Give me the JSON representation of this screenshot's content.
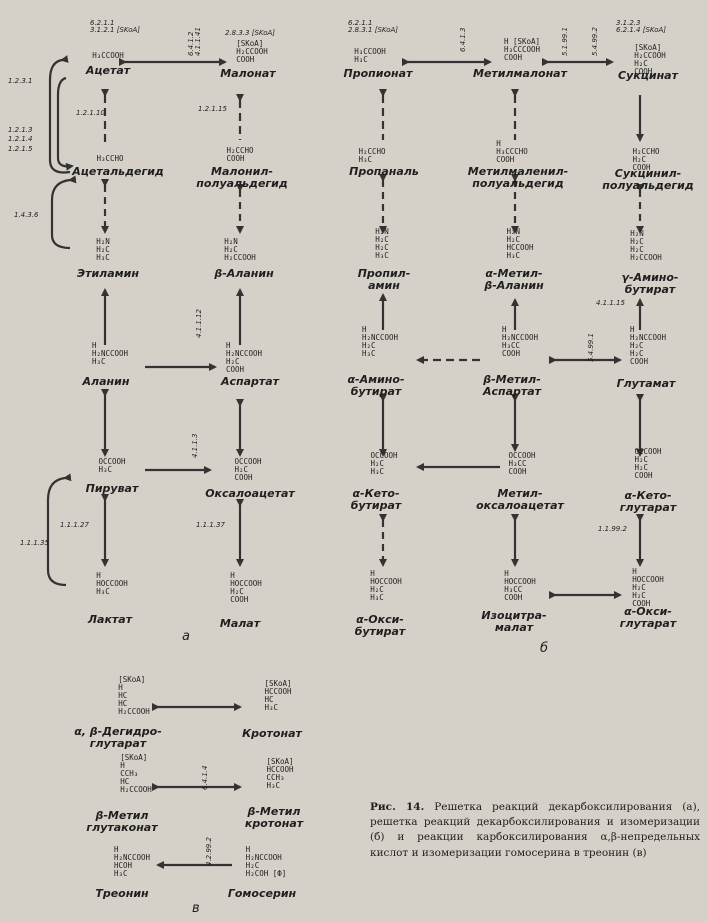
{
  "panel_a": {
    "label": "а",
    "compounds": {
      "acetate": {
        "name": "Ацетат",
        "formula": "H₃CCOOH"
      },
      "malonate": {
        "name": "Малонат",
        "formula": "[SKoA]\nH₂CCOOH\nCOOH"
      },
      "acetaldehyde": {
        "name": "Ацетальдегид",
        "formula": "H₃CCHO"
      },
      "malonyl_semialdehyde": {
        "name": "Малонил-\nполуальдегид",
        "formula": "H₂CCHO\nCOOH"
      },
      "ethylamine": {
        "name": "Этиламин",
        "formula": "H₂N\nH₂C\nH₃C"
      },
      "beta_alanine": {
        "name": "β-Аланин",
        "formula": "H₂N\nH₂C\nH₂CCOOH"
      },
      "alanine": {
        "name": "Аланин",
        "formula": "H\nH₂NCCOOH\nH₃C"
      },
      "aspartate": {
        "name": "Аспартат",
        "formula": "H\nH₂NCCOOH\nH₂C\nCOOH"
      },
      "pyruvate": {
        "name": "Пируват",
        "formula": "OCCOOH\nH₃C"
      },
      "oxaloacetate": {
        "name": "Оксалоацетат",
        "formula": "OCCOOH\nH₂C\nCOOH"
      },
      "lactate": {
        "name": "Лактат",
        "formula": "H\nHOCCOOH\nH₃C"
      },
      "malate": {
        "name": "Малат",
        "formula": "H\nHOCCOOH\nH₂C\nCOOH"
      }
    },
    "enzymes": {
      "acetate_top": "6.2.1.1\n3.1.2.1 [SKoA]",
      "malonate_top": "2.8.3.3 [SKoA]",
      "acetate_malonate": "6.4.1.2\n4.1.1.41",
      "acetate_acetald": "1.2.1.10",
      "malonate_semiald": "1.2.1.15",
      "bracket_1": "1.2.3.1",
      "bracket_2": "1.2.1.3\n1.2.1.4\n1.2.1.5",
      "bracket_3": "1.4.3.6",
      "ala_asp": "4.1.1.12",
      "pyr_oxa": "4.1.1.3",
      "pyr_lac": "1.1.1.27",
      "oxa_mal": "1.1.1.37",
      "bracket_4": "1.1.1.35"
    }
  },
  "panel_b": {
    "label": "б",
    "compounds": {
      "propionate": {
        "name": "Пропионат",
        "formula": "H₃CCOOH\nH₃C"
      },
      "methylmalonate": {
        "name": "Метилмалонат",
        "formula": "H [SKoA]\nH₃CCCOOH\nCOOH"
      },
      "succinate": {
        "name": "Сукцинат",
        "formula": "[SKoA]\nH₂CCOOH\nH₂C\nCOOH"
      },
      "propanal": {
        "name": "Пропаналь",
        "formula": "H₂CCHO\nH₃C"
      },
      "methylmalonyl_semiald": {
        "name": "Метилмаленил-\nполуальдегид",
        "formula": "H\nH₃CCCHO\nCOOH"
      },
      "succinyl_semiald": {
        "name": "Сукцинил-\nполуальдегид",
        "formula": "H₂CCHO\nH₂C\nCOOH"
      },
      "propylamine": {
        "name": "Пропил-\nамин",
        "formula": "H₂N\nH₂C\nH₂C\nH₃C"
      },
      "methyl_beta_alanine": {
        "name": "α-Метил-\nβ-Аланин",
        "formula": "H₂N\nH₂C\nHCCOOH\nH₃C"
      },
      "gamma_aminobutyrate": {
        "name": "γ-Амино-\nбутират",
        "formula": "H₂N\nH₂C\nH₂C\nH₂CCOOH"
      },
      "alpha_aminobutyrate": {
        "name": "α-Амино-\nбутират",
        "formula": "H\nH₂NCCOOH\nH₂C\nH₃C"
      },
      "beta_methylaspartate": {
        "name": "β-Метил-\nАспартат",
        "formula": "H\nH₂NCCOOH\nH₃CC\nCOOH"
      },
      "glutamate": {
        "name": "Глутамат",
        "formula": "H\nH₂NCCOOH\nH₂C\nH₂C\nCOOH"
      },
      "alpha_ketobutyrate": {
        "name": "α-Кето-\nбутират",
        "formula": "OCCOOH\nH₂C\nH₃C"
      },
      "methyloxaloacetate": {
        "name": "Метил-\nоксалоацетат",
        "formula": "OCCOOH\nH₃CC\nCOOH"
      },
      "alpha_ketoglutarate": {
        "name": "α-Кето-\nглутарат",
        "formula": "OCCOOH\nH₂C\nH₂C\nCOOH"
      },
      "alpha_hydroxybutyrate": {
        "name": "α-Окси-\nбутират",
        "formula": "H\nHOCCOOH\nH₂C\nH₃C"
      },
      "isocitramalate": {
        "name": "Изоцитра-\nмалат",
        "formula": "H\nHOCCOOH\nH₃CC\nCOOH"
      },
      "alpha_hydroxyglutarate": {
        "name": "α-Окси-\nглутарат",
        "formula": "H\nHOCCOOH\nH₂C\nH₂C\nCOOH"
      }
    },
    "enzymes": {
      "propionate_top": "6.2.1.1\n2.8.3.1 [SKoA]",
      "prop_mm": "6.4.1.3",
      "mm_succ": "5.1.99.1",
      "mm_succ2": "5.4.99.2",
      "succinate_top": "3.1.2.3\n6.2.1.4 [SKoA]",
      "glu_b": "5.4.99.1",
      "gaba_glu": "4.1.1.15",
      "akg_hg": "1.1.99.2"
    }
  },
  "panel_c": {
    "label": "в",
    "compounds": {
      "dehydroglutarate": {
        "name": "α, β-Дегидро-\nглутарат",
        "formula": "[SKoA]\nH\nHC\nHC\nH₂CCOOH"
      },
      "crotonate": {
        "name": "Кротонат",
        "formula": "[SKoA]\nHCCOOH\nHC\nH₃C"
      },
      "beta_methylglutaconate": {
        "name": "β-Метил\nглутаконат",
        "formula": "[SKoA]\nH\nCCH₃\nHC\nH₂CCOOH"
      },
      "beta_methylcrotonate": {
        "name": "β-Метил\nкротонат",
        "formula": "[SKoA]\nHCCOOH\nCCH₃\nH₃C"
      },
      "threonine": {
        "name": "Треонин",
        "formula": "H\nH₂NCCOOH\nHCOH\nH₃C"
      },
      "homoserine": {
        "name": "Гомосерин",
        "formula": "H\nH₂NCCOOH\nH₂C\nH₂COH [Ф]"
      }
    },
    "enzymes": {
      "c_mid": "6.4.1.4",
      "c_bot": "4.2.99.2"
    }
  },
  "caption": {
    "lead": "Рис. 14.",
    "text": "Решетка реакций декарбоксилирования (а), решетка реакций декарбоксилирования и изомеризации (б) и реакции карбоксилирования α,β-непредельных кислот и изомеризации гомосерина в треонин (в)"
  }
}
